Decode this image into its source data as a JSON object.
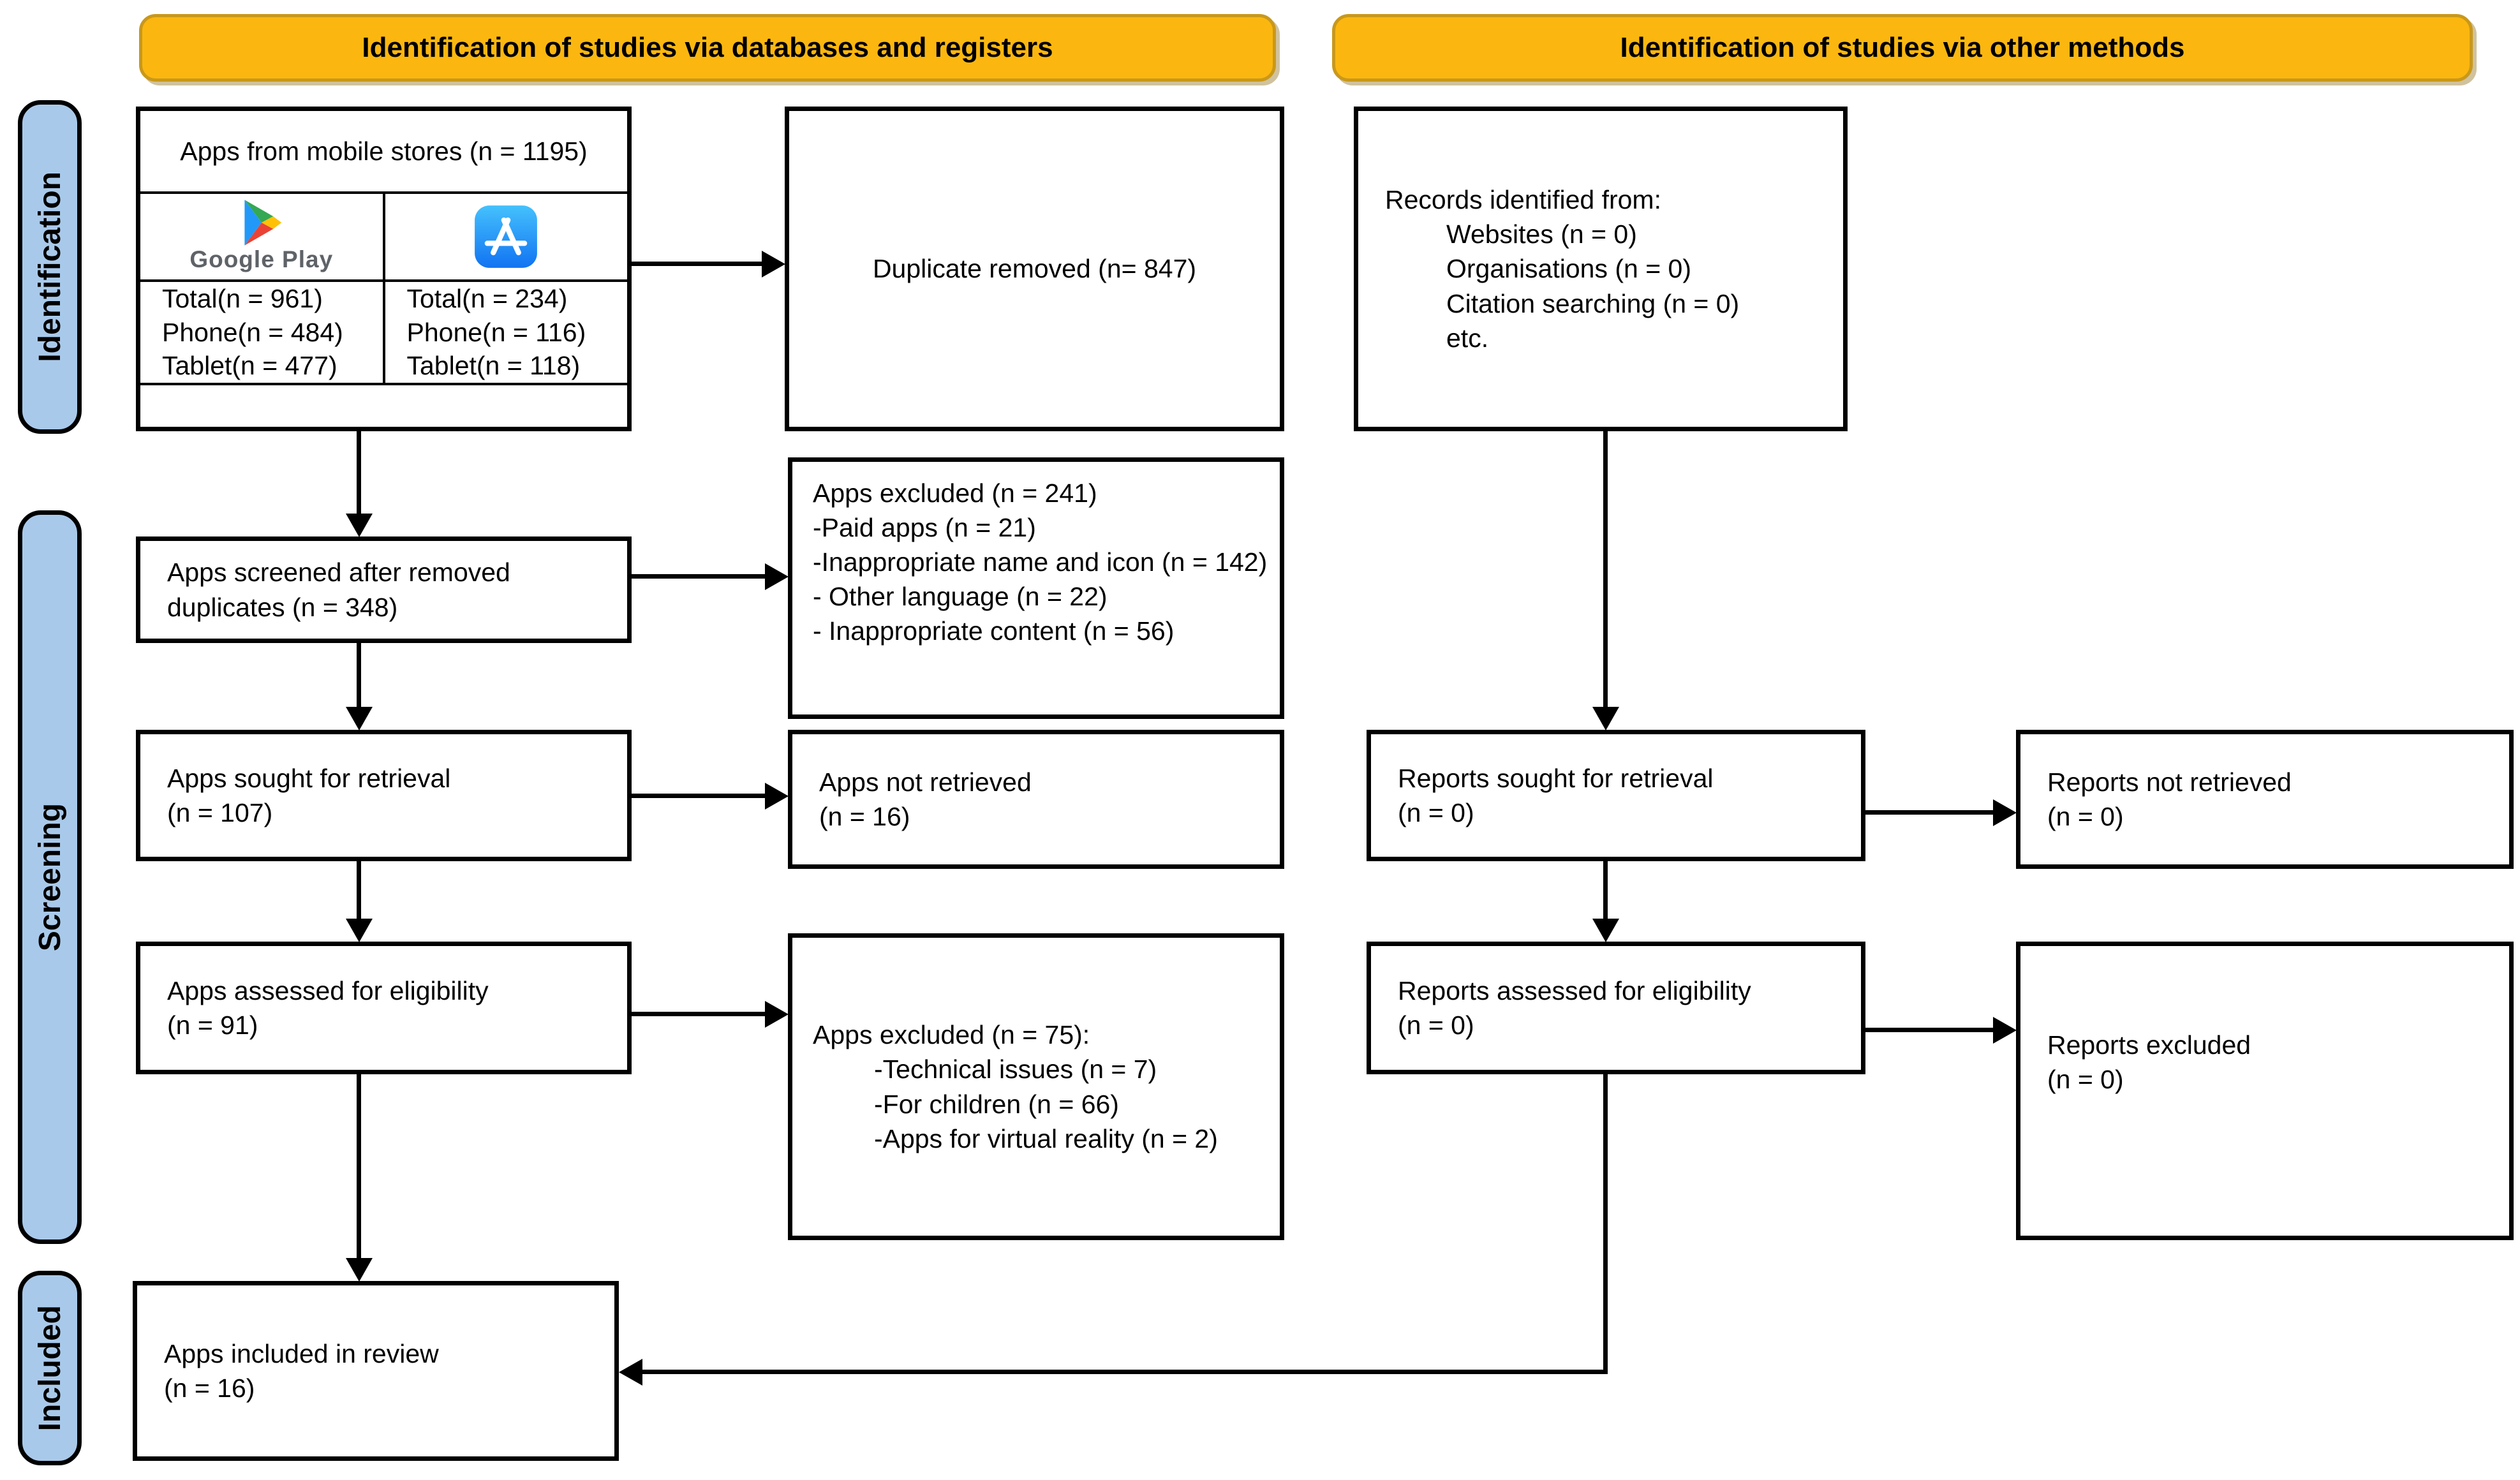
{
  "headers": {
    "left": "Identification of studies via databases and registers",
    "right": "Identification of studies via other methods"
  },
  "sidebar": {
    "identification": "Identification",
    "screening": "Screening",
    "included": "Included"
  },
  "colors": {
    "header_bg": "#FBB70F",
    "header_border": "#C9981B",
    "stage_bg": "#A9C9EA",
    "box_border": "#000000",
    "app_store_blue": "#1E9BF6",
    "google_play_blue": "#2299F8",
    "google_play_green": "#34A853",
    "google_play_yellow": "#FFC107",
    "google_play_red": "#EA4335",
    "google_play_text": "#5F6368"
  },
  "icons": {
    "google_play": "google-play-icon",
    "app_store": "app-store-icon"
  },
  "boxes": {
    "mobile_stores": {
      "title": "Apps from mobile stores (n = 1195)",
      "google_play": {
        "label": "Google Play",
        "lines": [
          "Total(n = 961)",
          "Phone(n = 484)",
          "Tablet(n = 477)"
        ]
      },
      "app_store": {
        "lines": [
          "Total(n = 234)",
          "Phone(n = 116)",
          "Tablet(n = 118)"
        ]
      }
    },
    "duplicates_removed": {
      "text": "Duplicate removed (n= 847)"
    },
    "records_identified": {
      "title": "Records identified from:",
      "lines": [
        "Websites (n = 0)",
        "Organisations (n = 0)",
        "Citation searching (n = 0)",
        "etc."
      ]
    },
    "apps_screened": {
      "text": "Apps screened after removed duplicates (n = 348)"
    },
    "apps_excluded_screening": {
      "lines": [
        "Apps excluded (n = 241)",
        "-Paid apps (n = 21)",
        "-Inappropriate name and icon (n = 142)",
        "- Other language (n = 22)",
        "- Inappropriate content (n = 56)"
      ]
    },
    "apps_sought": {
      "lines": [
        "Apps sought for retrieval",
        "(n = 107)"
      ]
    },
    "apps_not_retrieved": {
      "lines": [
        "Apps not retrieved",
        "(n = 16)"
      ]
    },
    "apps_assessed": {
      "lines": [
        "Apps assessed for eligibility",
        "(n = 91)"
      ]
    },
    "apps_excluded_eligibility": {
      "title": "Apps excluded (n = 75):",
      "lines": [
        "-Technical issues (n = 7)",
        "-For children (n = 66)",
        "-Apps for virtual reality (n = 2)"
      ]
    },
    "reports_sought": {
      "lines": [
        "Reports sought for retrieval",
        "(n = 0)"
      ]
    },
    "reports_not_retrieved": {
      "lines": [
        "Reports not retrieved",
        "(n = 0)"
      ]
    },
    "reports_assessed": {
      "lines": [
        "Reports assessed for eligibility",
        "(n = 0)"
      ]
    },
    "reports_excluded": {
      "lines": [
        "Reports excluded",
        "(n = 0)"
      ]
    },
    "apps_included": {
      "lines": [
        "Apps included in review",
        "(n = 16)"
      ]
    }
  }
}
